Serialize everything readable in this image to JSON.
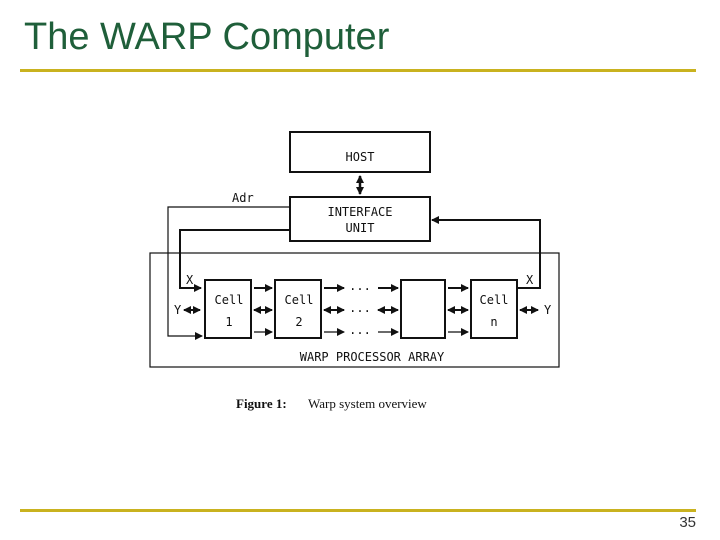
{
  "slide": {
    "title": "The WARP Computer",
    "page_number": "35"
  },
  "diagram": {
    "host_label": "HOST",
    "interface_label_line1": "INTERFACE",
    "interface_label_line2": "UNIT",
    "adr_label": "Adr",
    "x_label": "X",
    "y_label": "Y",
    "cell_label": "Cell",
    "cell_1_number": "1",
    "cell_2_number": "2",
    "cell_n_number": "n",
    "ellipsis": "...",
    "array_label": "WARP PROCESSOR ARRAY",
    "figure_number": "Figure 1:",
    "figure_caption": "Warp system overview"
  }
}
